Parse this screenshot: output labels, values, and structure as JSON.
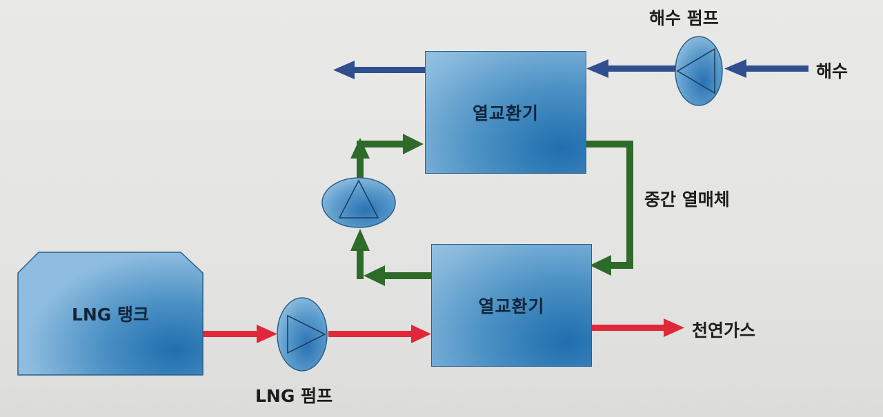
{
  "nodes": {
    "lng_tank": "LNG 탱크",
    "heat_exchanger_top": "열교환기",
    "heat_exchanger_bottom": "열교환기"
  },
  "labels": {
    "seawater_pump": "해수 펌프",
    "seawater": "해수",
    "intermediate_medium": "중간 열매체",
    "natural_gas": "천연가스",
    "lng_pump": "LNG 펌프"
  },
  "colors": {
    "seawater_flow": "#2f4f8f",
    "medium_flow": "#2e6a2a",
    "lng_flow": "#e0283a",
    "equipment_fill": "#4d92c5"
  }
}
